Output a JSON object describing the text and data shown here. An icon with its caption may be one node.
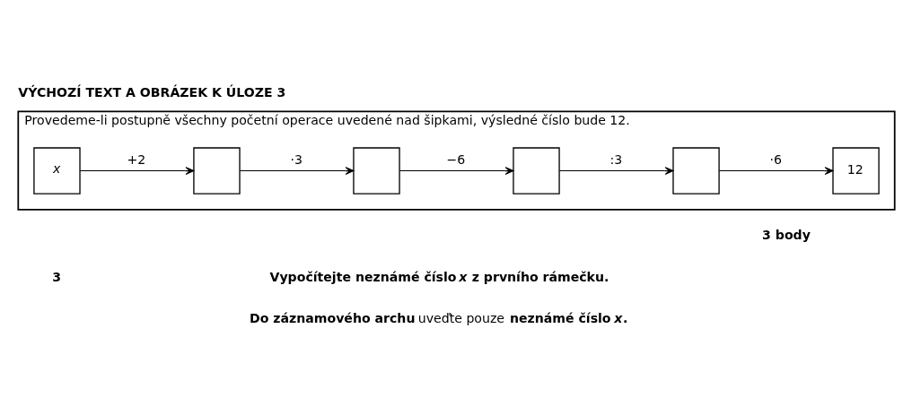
{
  "diagram": {
    "title": "VÝCHOZÍ TEXT A OBRÁZEK K ÚLOZE 3",
    "nodes": [
      {
        "text": [
          "Provedeme-li postupně všechny početní operace uvedené nad šipkami, výsledné číslo bude 12."
        ]
      },
      {
        "text": [
          "x"
        ],
        "in": 0
      },
      {
        "text": [],
        "shape": "box",
        "in": 0
      },
      {
        "text": [],
        "shape": "box",
        "in": 0
      },
      {
        "text": [],
        "shape": "box",
        "in": 0
      },
      {
        "text": [],
        "shape": "box",
        "in": 0
      },
      {
        "text": [
          "12"
        ],
        "in": 0
      }
    ],
    "edges": [
      {
        "from": 1,
        "to": 2,
        "arrow": "to",
        "label": "+2"
      },
      {
        "from": 2,
        "to": 3,
        "arrow": "to",
        "label": "·3"
      },
      {
        "from": 3,
        "to": 4,
        "arrow": "to",
        "label": "−6"
      },
      {
        "from": 4,
        "to": 5,
        "arrow": "to",
        "label": ":3"
      },
      {
        "from": 5,
        "to": 6,
        "arrow": "to",
        "label": "·6"
      }
    ],
    "labels": [
      "3 body",
      "3",
      "Vypočítejte neznámé číslo *x* z prvního rámečku.",
      "**Do záznamového archu** uveďte pouze **neznámé číslo *x*.**"
    ]
  }
}
